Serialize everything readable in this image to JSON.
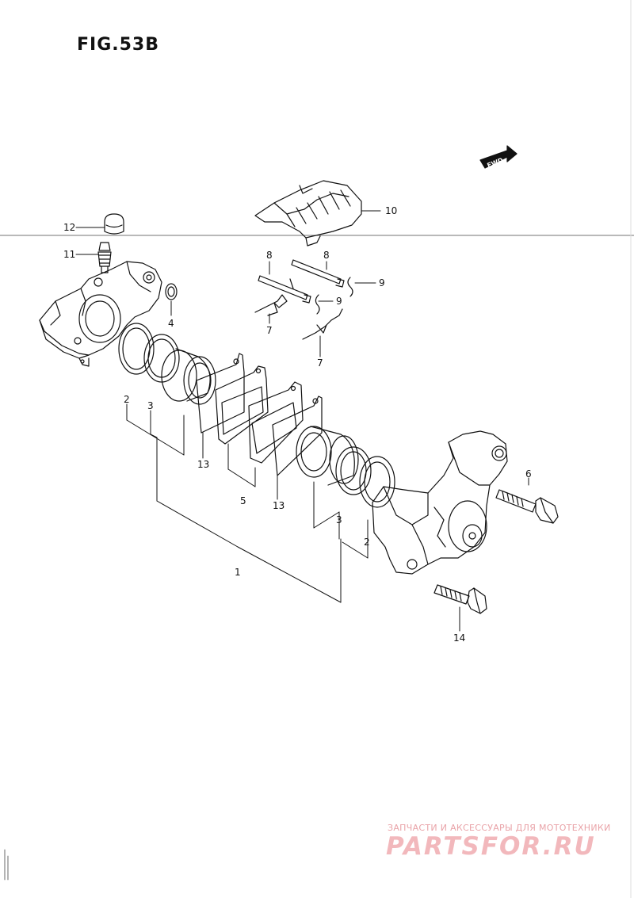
{
  "figure": {
    "title": "FIG.53B"
  },
  "fwd_badge": {
    "label": "FWD"
  },
  "callouts": [
    {
      "id": "c12",
      "label": "12"
    },
    {
      "id": "c11",
      "label": "11"
    },
    {
      "id": "c4",
      "label": "4"
    },
    {
      "id": "c10",
      "label": "10"
    },
    {
      "id": "c8a",
      "label": "8"
    },
    {
      "id": "c8b",
      "label": "8"
    },
    {
      "id": "c9a",
      "label": "9"
    },
    {
      "id": "c9b",
      "label": "9"
    },
    {
      "id": "c7a",
      "label": "7"
    },
    {
      "id": "c7b",
      "label": "7"
    },
    {
      "id": "c2a",
      "label": "2"
    },
    {
      "id": "c3a",
      "label": "3"
    },
    {
      "id": "c13a",
      "label": "13"
    },
    {
      "id": "c5",
      "label": "5"
    },
    {
      "id": "c13b",
      "label": "13"
    },
    {
      "id": "c6",
      "label": "6"
    },
    {
      "id": "c3b",
      "label": "3"
    },
    {
      "id": "c2b",
      "label": "2"
    },
    {
      "id": "c1",
      "label": "1"
    },
    {
      "id": "c14",
      "label": "14"
    }
  ],
  "watermark": {
    "caption": "ЗАПЧАСТИ И АКСЕССУАРЫ ДЛЯ МОТОТЕХНИКИ",
    "brand": "PARTSFOR.RU",
    "color": "#f2b8bc"
  }
}
